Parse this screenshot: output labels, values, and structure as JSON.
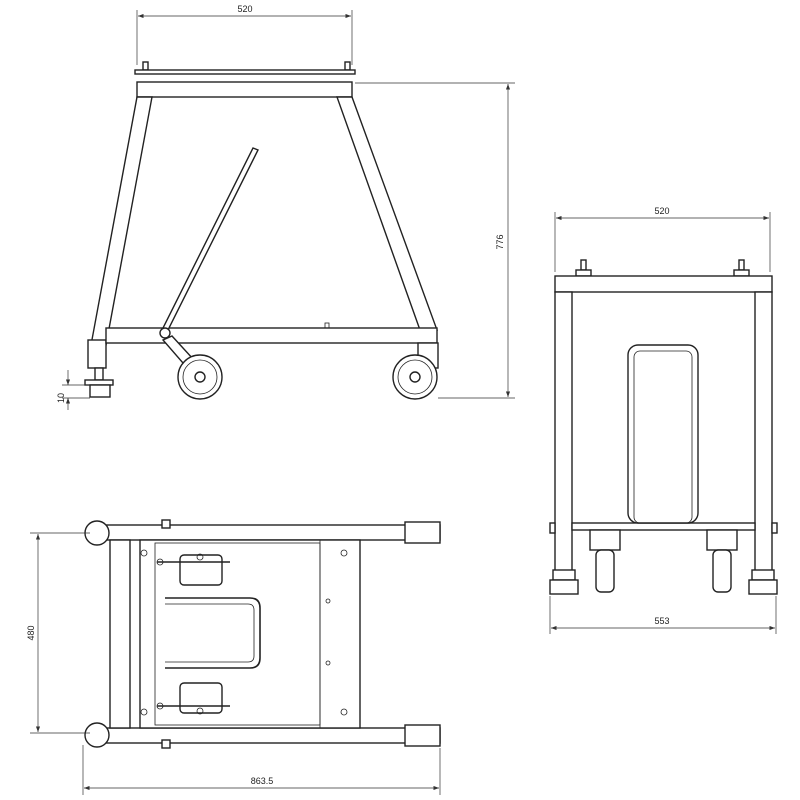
{
  "drawing": {
    "front_view": {
      "width_dim": "520",
      "height_dim": "776",
      "foot_dim": "10"
    },
    "side_view": {
      "width_dim": "520",
      "base_dim": "553"
    },
    "top_view": {
      "width_dim": "480",
      "length_dim": "863.5"
    }
  }
}
